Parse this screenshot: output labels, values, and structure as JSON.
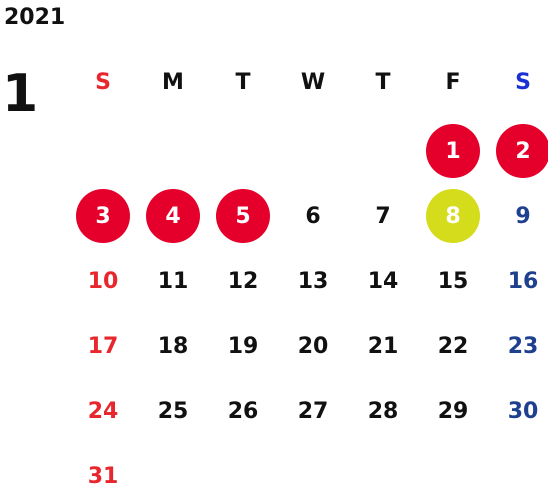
{
  "calendar": {
    "year": "2021",
    "month": "1",
    "weekdays": [
      "S",
      "M",
      "T",
      "W",
      "T",
      "F",
      "S"
    ],
    "weeks": [
      [
        "",
        "",
        "",
        "",
        "",
        "1",
        "2"
      ],
      [
        "3",
        "4",
        "5",
        "6",
        "7",
        "8",
        "9"
      ],
      [
        "10",
        "11",
        "12",
        "13",
        "14",
        "15",
        "16"
      ],
      [
        "17",
        "18",
        "19",
        "20",
        "21",
        "22",
        "23"
      ],
      [
        "24",
        "25",
        "26",
        "27",
        "28",
        "29",
        "30"
      ],
      [
        "31",
        "",
        "",
        "",
        "",
        "",
        ""
      ]
    ],
    "highlighted_red": [
      "1",
      "2",
      "3",
      "4",
      "5"
    ],
    "highlighted_yellow": [
      "8"
    ]
  },
  "colors": {
    "sunday": "#e8262d",
    "saturday_header": "#1b2fd6",
    "saturday": "#1f3f8f",
    "weekday": "#111111",
    "holiday_circle": "#e4002b",
    "special_circle": "#d4dc1c",
    "circle_text": "#ffffff"
  }
}
